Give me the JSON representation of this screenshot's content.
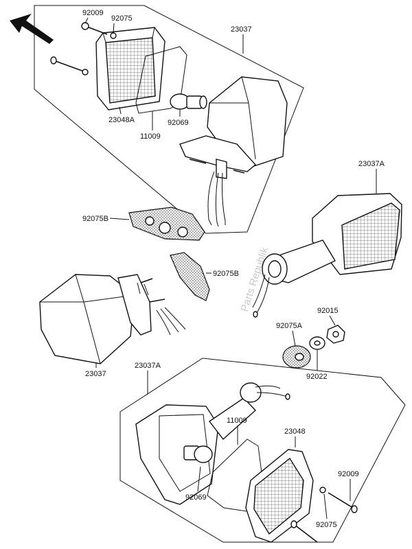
{
  "labels": {
    "p92009_top": "92009",
    "p92075_top": "92075",
    "p23037_top": "23037",
    "p23048A": "23048A",
    "p92069_top": "92069",
    "p11009_top": "11009",
    "p23037A_right": "23037A",
    "p92075B_left": "92075B",
    "p92075B_mid": "92075B",
    "p92015": "92015",
    "p92075A": "92075A",
    "p92022": "92022",
    "p23037_left": "23037",
    "p23037A_bottom": "23037A",
    "p11009_bottom": "11009",
    "p23048": "23048",
    "p92009_bottom": "92009",
    "p92069_bottom": "92069",
    "p92075_bottom": "92075"
  },
  "watermark": "Parts Republik",
  "icons": {
    "direction": "front-direction-arrow-icon"
  },
  "colors": {
    "ink": "#111111",
    "watermark": "#c9c9c9",
    "background": "#ffffff"
  }
}
